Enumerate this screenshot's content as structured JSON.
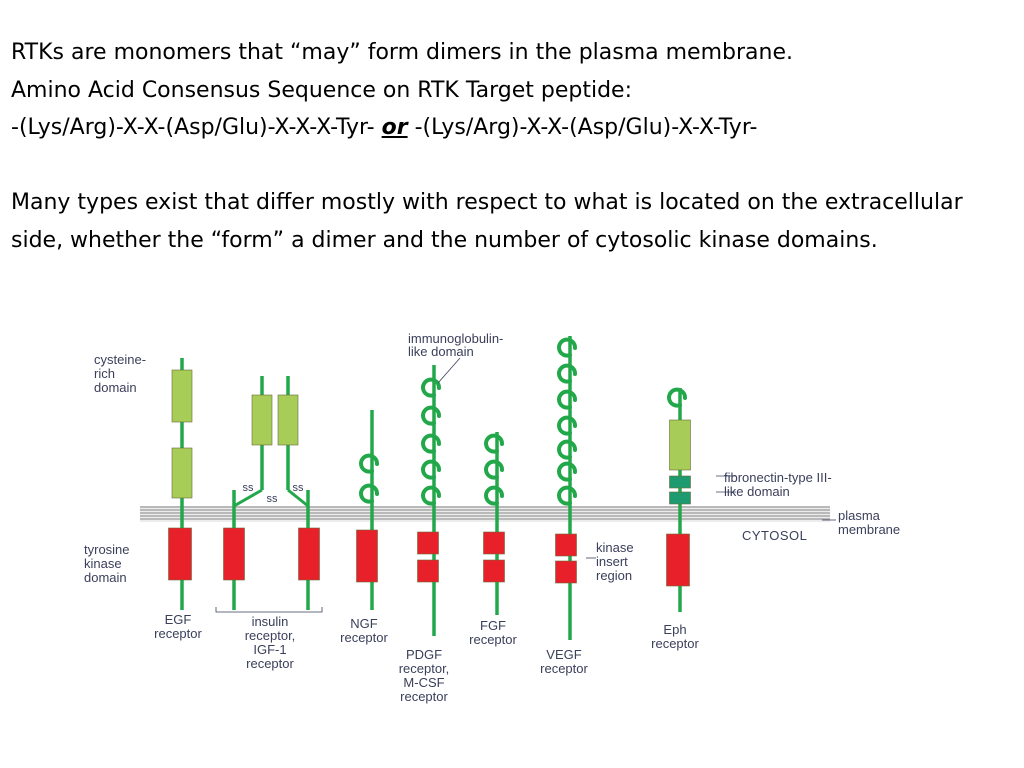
{
  "text": {
    "line1": "RTKs are monomers that “may” form dimers in the plasma membrane.",
    "line2": "Amino Acid Consensus Sequence on RTK Target peptide:",
    "line3_a": "-(Lys/Arg)-X-X-(Asp/Glu)-X-X-X-Tyr- ",
    "line3_or": "or",
    "line3_b": " -(Lys/Arg)-X-X-(Asp/Glu)-X-X-Tyr-",
    "paragraph2": "Many types exist that differ mostly with respect to what is located on the extracellular side, whether the “form” a dimer and the number of cytosolic kinase domains."
  },
  "figure": {
    "domain_labels": {
      "cysteine_rich": [
        "cysteine-",
        "rich",
        "domain"
      ],
      "immunoglobulin": [
        "immunoglobulin-",
        "like domain"
      ],
      "fibronectin": [
        "fibronectin-type III-",
        "like domain"
      ],
      "tyrosine_kinase": [
        "tyrosine",
        "kinase",
        "domain"
      ],
      "kinase_insert": [
        "kinase",
        "insert",
        "region"
      ],
      "plasma_membrane": [
        "plasma",
        "membrane"
      ],
      "cytosol": "CYTOSOL"
    },
    "disulfide_label": "ss",
    "receptors": {
      "egf": [
        "EGF",
        "receptor"
      ],
      "insulin": [
        "insulin",
        "receptor,",
        "IGF-1",
        "receptor"
      ],
      "ngf": [
        "NGF",
        "receptor"
      ],
      "pdgf": [
        "PDGF",
        "receptor,",
        "M-CSF",
        "receptor"
      ],
      "fgf": [
        "FGF",
        "receptor"
      ],
      "vegf": [
        "VEGF",
        "receptor"
      ],
      "eph": [
        "Eph",
        "receptor"
      ]
    },
    "colors": {
      "stalk": "#22a84a",
      "cysteine_box": "#a8cc58",
      "kinase_box": "#e8202a",
      "fibronectin_box": "#1e9a70",
      "membrane": "#a8a8a8",
      "label": "#3a3f5a"
    }
  }
}
